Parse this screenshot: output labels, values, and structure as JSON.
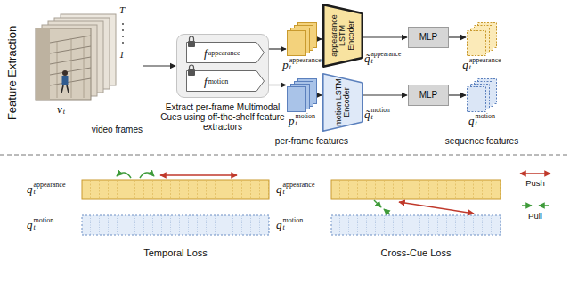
{
  "diagram": {
    "nodes": [
      {
        "text": [
          "video frames"
        ]
      },
      {
        "text": [
          "Extract per-frame Multimodal Cues using off-the-shelf feature extractors"
        ]
      },
      {
        "text": [
          "f",
          "appearance"
        ],
        "in": 1
      },
      {
        "text": [
          "f",
          "motion"
        ],
        "in": 1
      },
      {
        "text": [
          "p",
          "t",
          "appearance"
        ]
      },
      {
        "text": [
          "p",
          "t",
          "motion"
        ]
      },
      {
        "text": [
          "appearance LSTM Encoder"
        ]
      },
      {
        "text": [
          "motion LSTM Encoder"
        ]
      },
      {
        "text": [
          "MLP"
        ]
      },
      {
        "text": [
          "MLP"
        ]
      },
      {
        "text": [
          "q",
          "t",
          "appearance"
        ]
      },
      {
        "text": [
          "q",
          "t",
          "motion"
        ]
      }
    ],
    "edges": [
      {
        "from": 0,
        "to": 1,
        "arrow": "to"
      },
      {
        "from": 2,
        "to": 4,
        "arrow": "to"
      },
      {
        "from": 3,
        "to": 5,
        "arrow": "to"
      },
      {
        "from": 4,
        "to": 6,
        "arrow": "to"
      },
      {
        "from": 5,
        "to": 7,
        "arrow": "to"
      },
      {
        "from": 6,
        "to": 8,
        "arrow": "to"
      },
      {
        "from": 7,
        "to": 9,
        "arrow": "to"
      },
      {
        "from": 8,
        "to": 10,
        "arrow": "to"
      },
      {
        "from": 9,
        "to": 11,
        "arrow": "to"
      }
    ],
    "labels": [
      "Feature Extraction",
      "T",
      "1",
      "v",
      "t",
      "q̃",
      "t",
      "appearance",
      "q̃",
      "t",
      "motion",
      "per-frame features",
      "sequence features",
      "q",
      "t",
      "appearance",
      "q",
      "t",
      "motion",
      "Temporal Loss",
      "q",
      "t",
      "appearance",
      "q",
      "t",
      "motion",
      "Cross-Cue Loss"
    ],
    "legend": [
      {
        "text": "Push"
      },
      {
        "text": "Pull"
      }
    ]
  }
}
